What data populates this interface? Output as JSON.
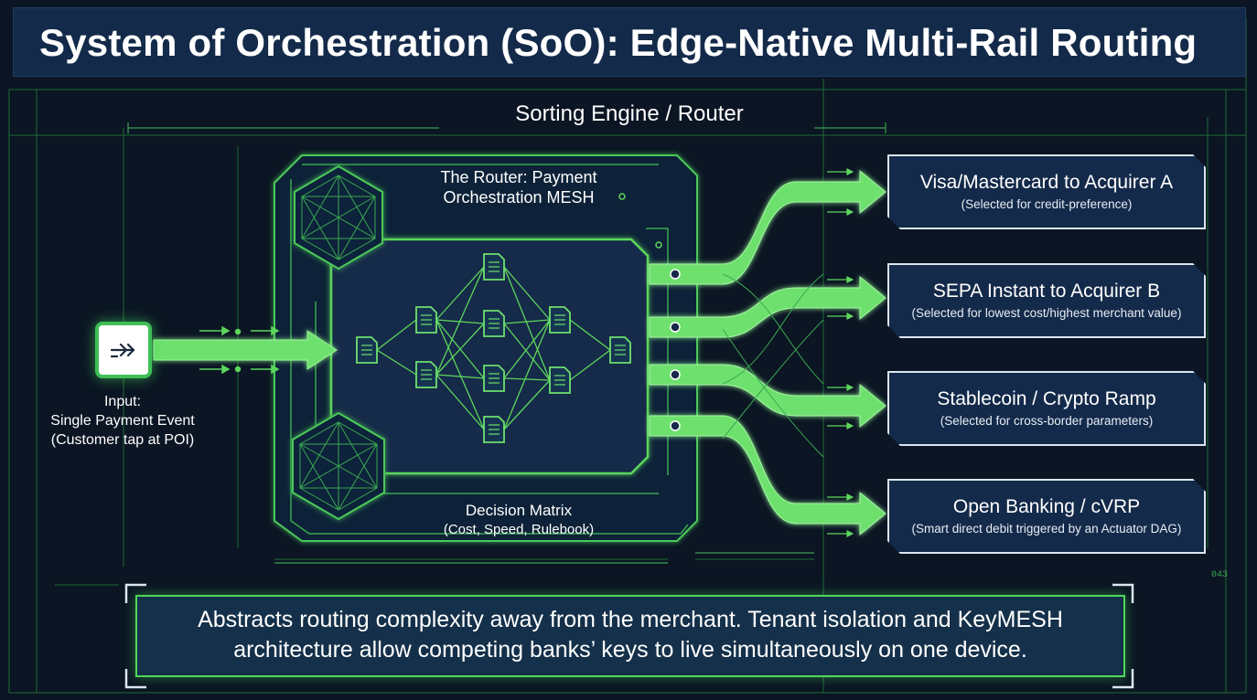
{
  "header": {
    "title": "System of Orchestration (SoO): Edge-Native Multi-Rail Routing"
  },
  "engine": {
    "label": "Sorting Engine / Router"
  },
  "router": {
    "title_line1": "The Router: Payment",
    "title_line2": "Orchestration MESH"
  },
  "matrix": {
    "title": "Decision Matrix",
    "subtitle": "(Cost, Speed, Rulebook)"
  },
  "input": {
    "line1": "Input:",
    "line2": "Single Payment Event",
    "line3": "(Customer tap at POI)",
    "icon": "route-arrow-icon"
  },
  "rails": [
    {
      "title": "Visa/Mastercard to Acquirer A",
      "subtitle": "(Selected for credit-preference)"
    },
    {
      "title": "SEPA Instant to Acquirer B",
      "subtitle": "(Selected for lowest cost/highest merchant value)"
    },
    {
      "title": "Stablecoin / Crypto Ramp",
      "subtitle": "(Selected for cross-border parameters)"
    },
    {
      "title": "Open Banking / cVRP",
      "subtitle": "(Smart direct debit triggered by an Actuator DAG)"
    }
  ],
  "footer": {
    "line1": "Abstracts routing complexity away from the merchant. Tenant isolation and KeyMESH",
    "line2": "architecture allow competing banks’ keys to live simultaneously on one device."
  },
  "corner": {
    "code": "043"
  },
  "colors": {
    "background": "#0b1523",
    "panel": "#142a4a",
    "accent_green": "#5cd65c",
    "line_green": "#2f8f44",
    "text": "#ffffff"
  }
}
